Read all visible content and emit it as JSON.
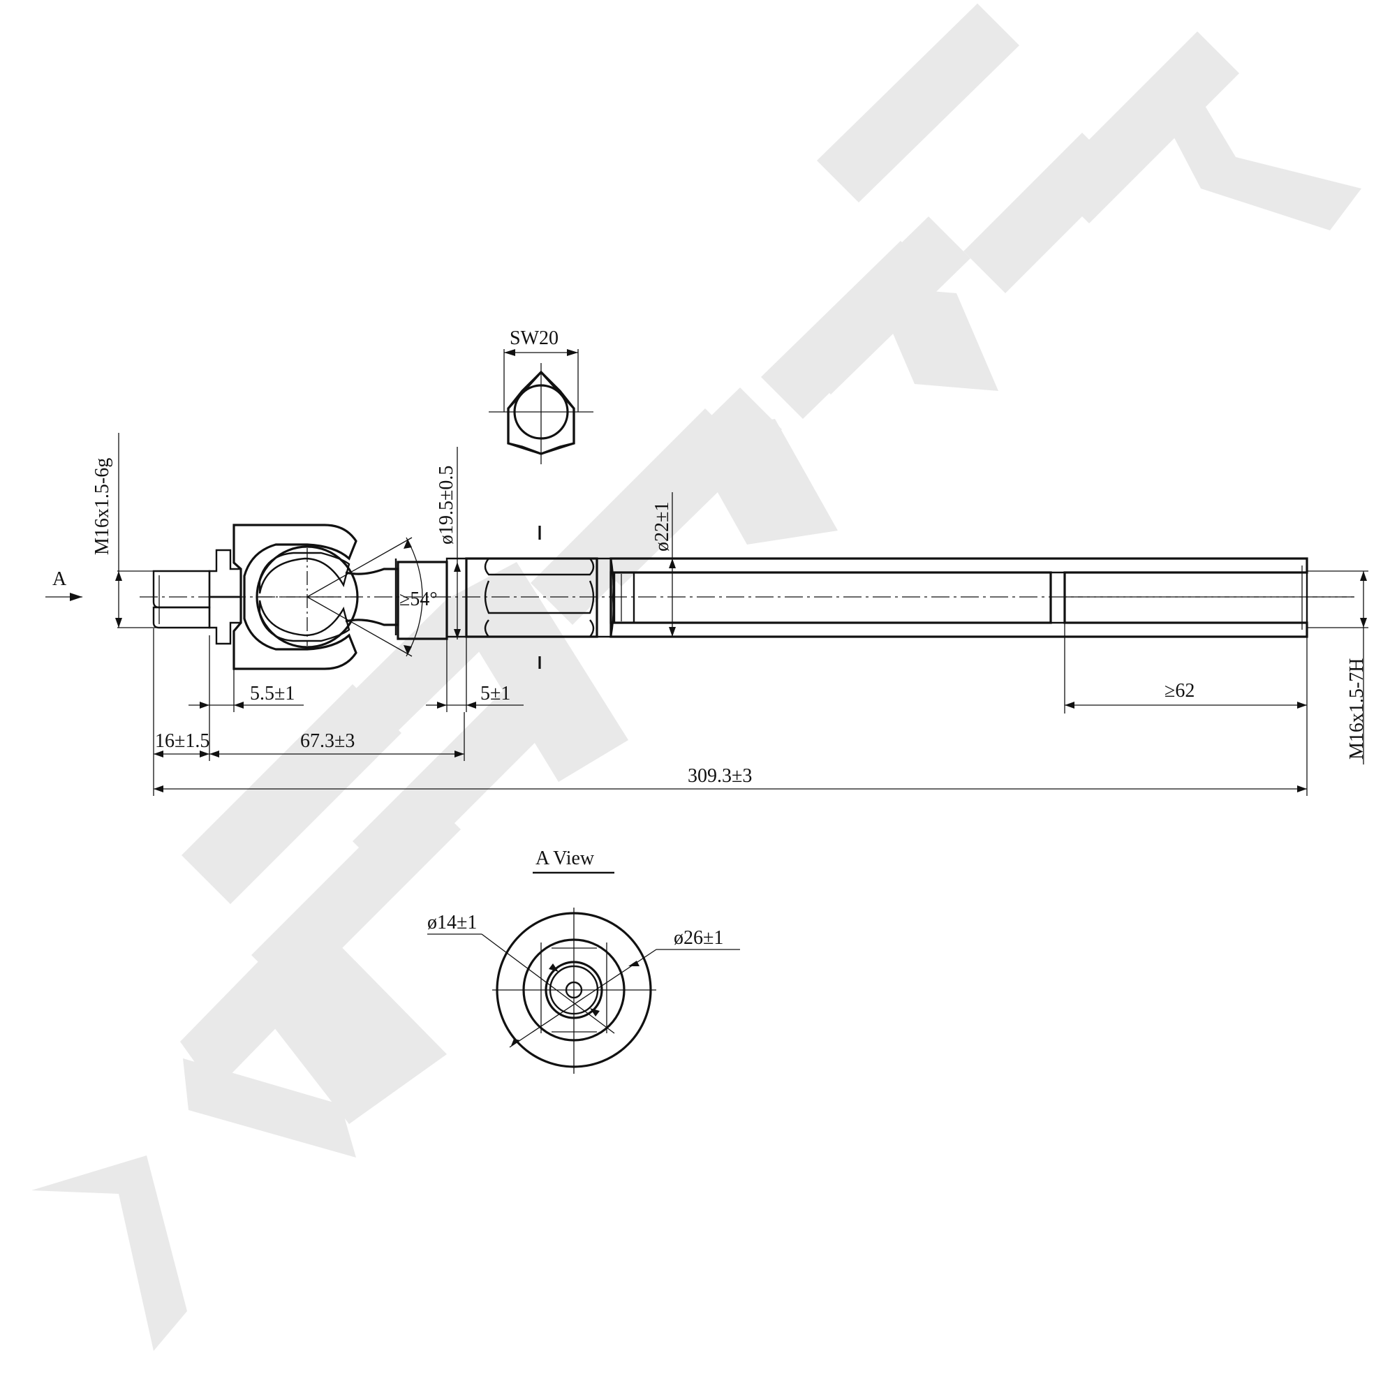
{
  "brand": {
    "watermark": "ZENWEK",
    "watermark_color": "#e9e9e9"
  },
  "view_marker": {
    "label": "A"
  },
  "labels": {
    "thread_left": "M16x1.5-6g",
    "thread_right": "M16x1.5-7H",
    "diameter_collar": "ø19.5±0.5",
    "diameter_tube": "ø22±1",
    "angle": "≥54°",
    "wrench": "SW20"
  },
  "dimensions": {
    "d_5_5": "5.5±1",
    "d_5": "5±1",
    "d_62": "≥62",
    "d_16": "16±1.5",
    "d_67": "67.3±3",
    "d_309": "309.3±3"
  },
  "a_view": {
    "title": "A View",
    "inner_diameter": "ø14±1",
    "outer_diameter": "ø26±1"
  }
}
